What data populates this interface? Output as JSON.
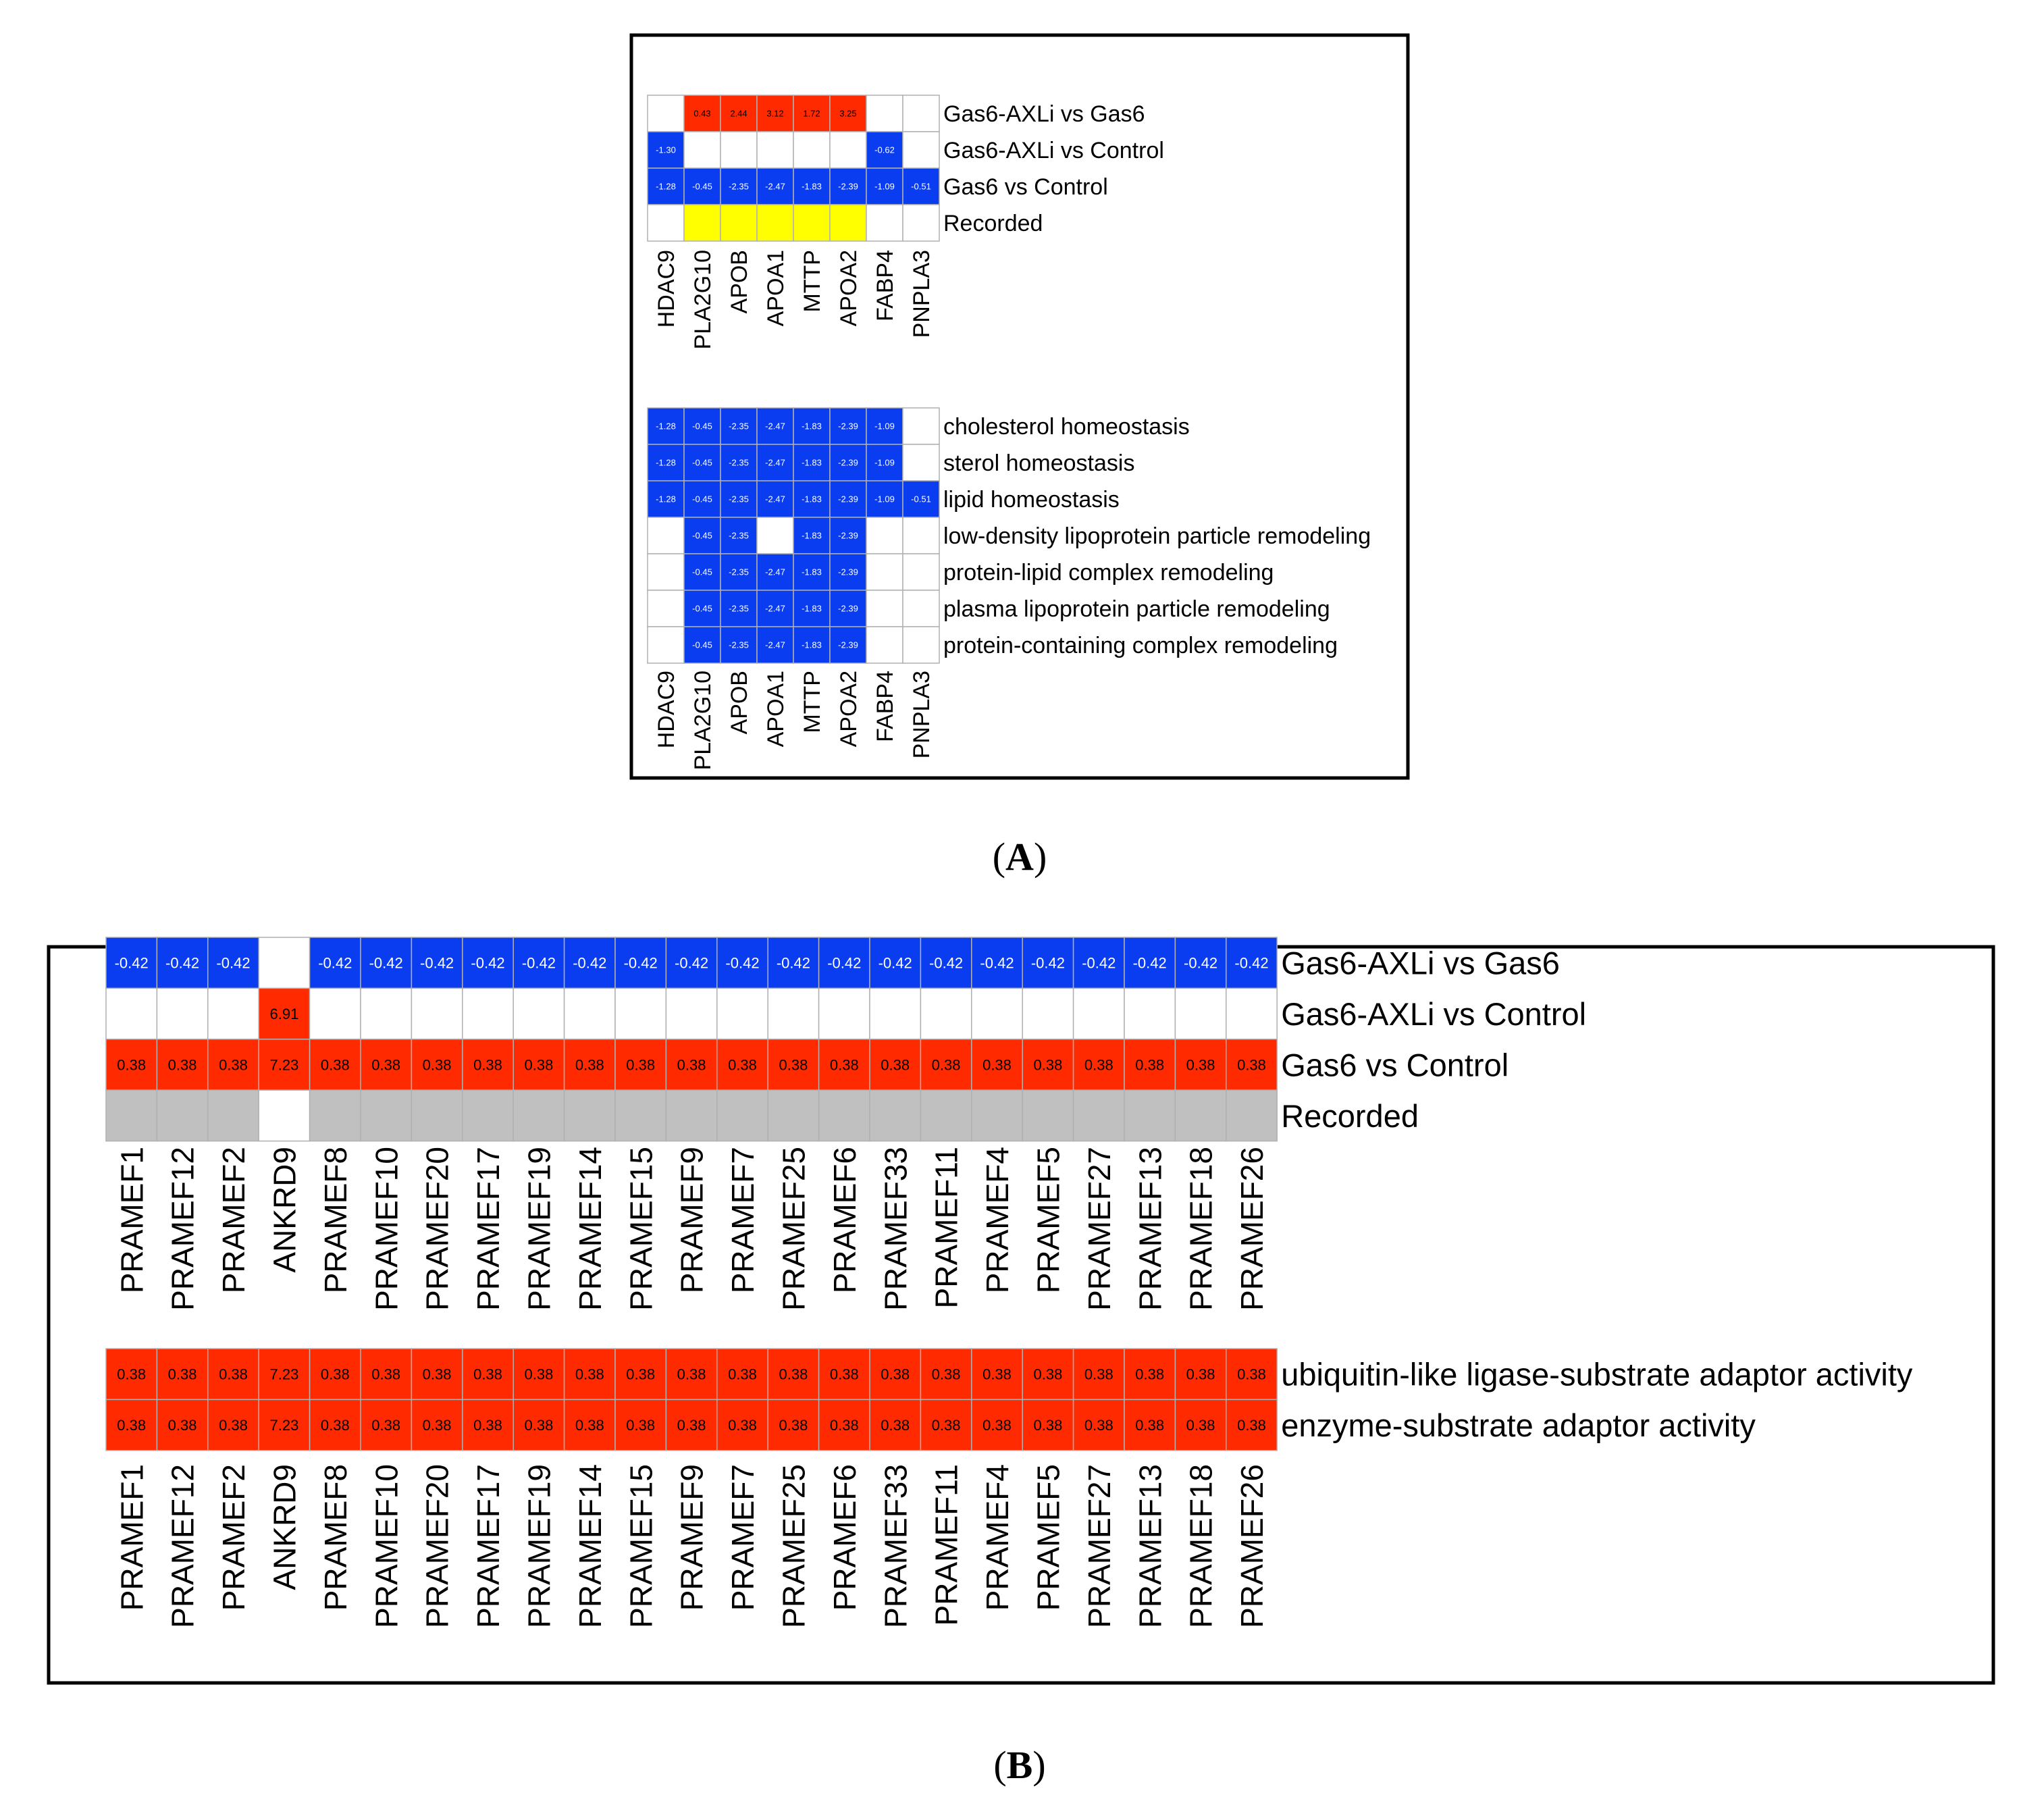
{
  "colors": {
    "positive": "#ff2a00",
    "negative": "#0a3cf0",
    "recorded_a": "#ffff00",
    "recorded_b": "#c0c0c0",
    "empty": "#ffffff",
    "gridline": "#b0b0b0",
    "frame": "#000000"
  },
  "panels": [
    {
      "label_open": "(",
      "label_letter": "A",
      "label_close": ")"
    },
    {
      "label_open": "(",
      "label_letter": "B",
      "label_close": ")"
    }
  ],
  "chart_data": [
    {
      "type": "heatmap",
      "panel": "A",
      "columns": [
        "HDAC9",
        "PLA2G10",
        "APOB",
        "APOA1",
        "MTTP",
        "APOA2",
        "FABP4",
        "PNPLA3"
      ],
      "blocks": [
        {
          "rows": [
            {
              "label": "Gas6-AXLi vs Gas6",
              "cells": [
                null,
                "0.43",
                "2.44",
                "3.12",
                "1.72",
                "3.25",
                null,
                null
              ]
            },
            {
              "label": "Gas6-AXLi vs Control",
              "cells": [
                "-1.30",
                null,
                null,
                null,
                null,
                null,
                "-0.62",
                null
              ]
            },
            {
              "label": "Gas6 vs Control",
              "cells": [
                "-1.28",
                "-0.45",
                "-2.35",
                "-2.47",
                "-1.83",
                "-2.39",
                "-1.09",
                "-0.51"
              ]
            },
            {
              "label": "Recorded",
              "recorded": [
                false,
                true,
                true,
                true,
                true,
                true,
                false,
                false
              ]
            }
          ]
        },
        {
          "rows": [
            {
              "label": "cholesterol homeostasis",
              "cells": [
                "-1.28",
                "-0.45",
                "-2.35",
                "-2.47",
                "-1.83",
                "-2.39",
                "-1.09",
                null
              ]
            },
            {
              "label": "sterol homeostasis",
              "cells": [
                "-1.28",
                "-0.45",
                "-2.35",
                "-2.47",
                "-1.83",
                "-2.39",
                "-1.09",
                null
              ]
            },
            {
              "label": "lipid homeostasis",
              "cells": [
                "-1.28",
                "-0.45",
                "-2.35",
                "-2.47",
                "-1.83",
                "-2.39",
                "-1.09",
                "-0.51"
              ]
            },
            {
              "label": "low-density lipoprotein particle remodeling",
              "cells": [
                null,
                "-0.45",
                "-2.35",
                null,
                "-1.83",
                "-2.39",
                null,
                null
              ]
            },
            {
              "label": "protein-lipid complex remodeling",
              "cells": [
                null,
                "-0.45",
                "-2.35",
                "-2.47",
                "-1.83",
                "-2.39",
                null,
                null
              ]
            },
            {
              "label": "plasma lipoprotein particle remodeling",
              "cells": [
                null,
                "-0.45",
                "-2.35",
                "-2.47",
                "-1.83",
                "-2.39",
                null,
                null
              ]
            },
            {
              "label": "protein-containing complex remodeling",
              "cells": [
                null,
                "-0.45",
                "-2.35",
                "-2.47",
                "-1.83",
                "-2.39",
                null,
                null
              ]
            }
          ]
        }
      ]
    },
    {
      "type": "heatmap",
      "panel": "B",
      "columns": [
        "PRAMEF1",
        "PRAMEF12",
        "PRAMEF2",
        "ANKRD9",
        "PRAMEF8",
        "PRAMEF10",
        "PRAMEF20",
        "PRAMEF17",
        "PRAMEF19",
        "PRAMEF14",
        "PRAMEF15",
        "PRAMEF9",
        "PRAMEF7",
        "PRAMEF25",
        "PRAMEF6",
        "PRAMEF33",
        "PRAMEF11",
        "PRAMEF4",
        "PRAMEF5",
        "PRAMEF27",
        "PRAMEF13",
        "PRAMEF18",
        "PRAMEF26"
      ],
      "blocks": [
        {
          "rows": [
            {
              "label": "Gas6-AXLi vs Gas6",
              "cells": [
                "-0.42",
                "-0.42",
                "-0.42",
                null,
                "-0.42",
                "-0.42",
                "-0.42",
                "-0.42",
                "-0.42",
                "-0.42",
                "-0.42",
                "-0.42",
                "-0.42",
                "-0.42",
                "-0.42",
                "-0.42",
                "-0.42",
                "-0.42",
                "-0.42",
                "-0.42",
                "-0.42",
                "-0.42",
                "-0.42"
              ]
            },
            {
              "label": "Gas6-AXLi vs Control",
              "cells": [
                null,
                null,
                null,
                "6.91",
                null,
                null,
                null,
                null,
                null,
                null,
                null,
                null,
                null,
                null,
                null,
                null,
                null,
                null,
                null,
                null,
                null,
                null,
                null
              ]
            },
            {
              "label": "Gas6 vs Control",
              "cells": [
                "0.38",
                "0.38",
                "0.38",
                "7.23",
                "0.38",
                "0.38",
                "0.38",
                "0.38",
                "0.38",
                "0.38",
                "0.38",
                "0.38",
                "0.38",
                "0.38",
                "0.38",
                "0.38",
                "0.38",
                "0.38",
                "0.38",
                "0.38",
                "0.38",
                "0.38",
                "0.38"
              ]
            },
            {
              "label": "Recorded",
              "recorded": [
                true,
                true,
                true,
                false,
                true,
                true,
                true,
                true,
                true,
                true,
                true,
                true,
                true,
                true,
                true,
                true,
                true,
                true,
                true,
                true,
                true,
                true,
                true
              ]
            }
          ]
        },
        {
          "rows": [
            {
              "label": "ubiquitin-like ligase-substrate adaptor activity",
              "cells": [
                "0.38",
                "0.38",
                "0.38",
                "7.23",
                "0.38",
                "0.38",
                "0.38",
                "0.38",
                "0.38",
                "0.38",
                "0.38",
                "0.38",
                "0.38",
                "0.38",
                "0.38",
                "0.38",
                "0.38",
                "0.38",
                "0.38",
                "0.38",
                "0.38",
                "0.38",
                "0.38"
              ]
            },
            {
              "label": "enzyme-substrate adaptor activity",
              "cells": [
                "0.38",
                "0.38",
                "0.38",
                "7.23",
                "0.38",
                "0.38",
                "0.38",
                "0.38",
                "0.38",
                "0.38",
                "0.38",
                "0.38",
                "0.38",
                "0.38",
                "0.38",
                "0.38",
                "0.38",
                "0.38",
                "0.38",
                "0.38",
                "0.38",
                "0.38",
                "0.38"
              ]
            }
          ]
        }
      ]
    }
  ]
}
